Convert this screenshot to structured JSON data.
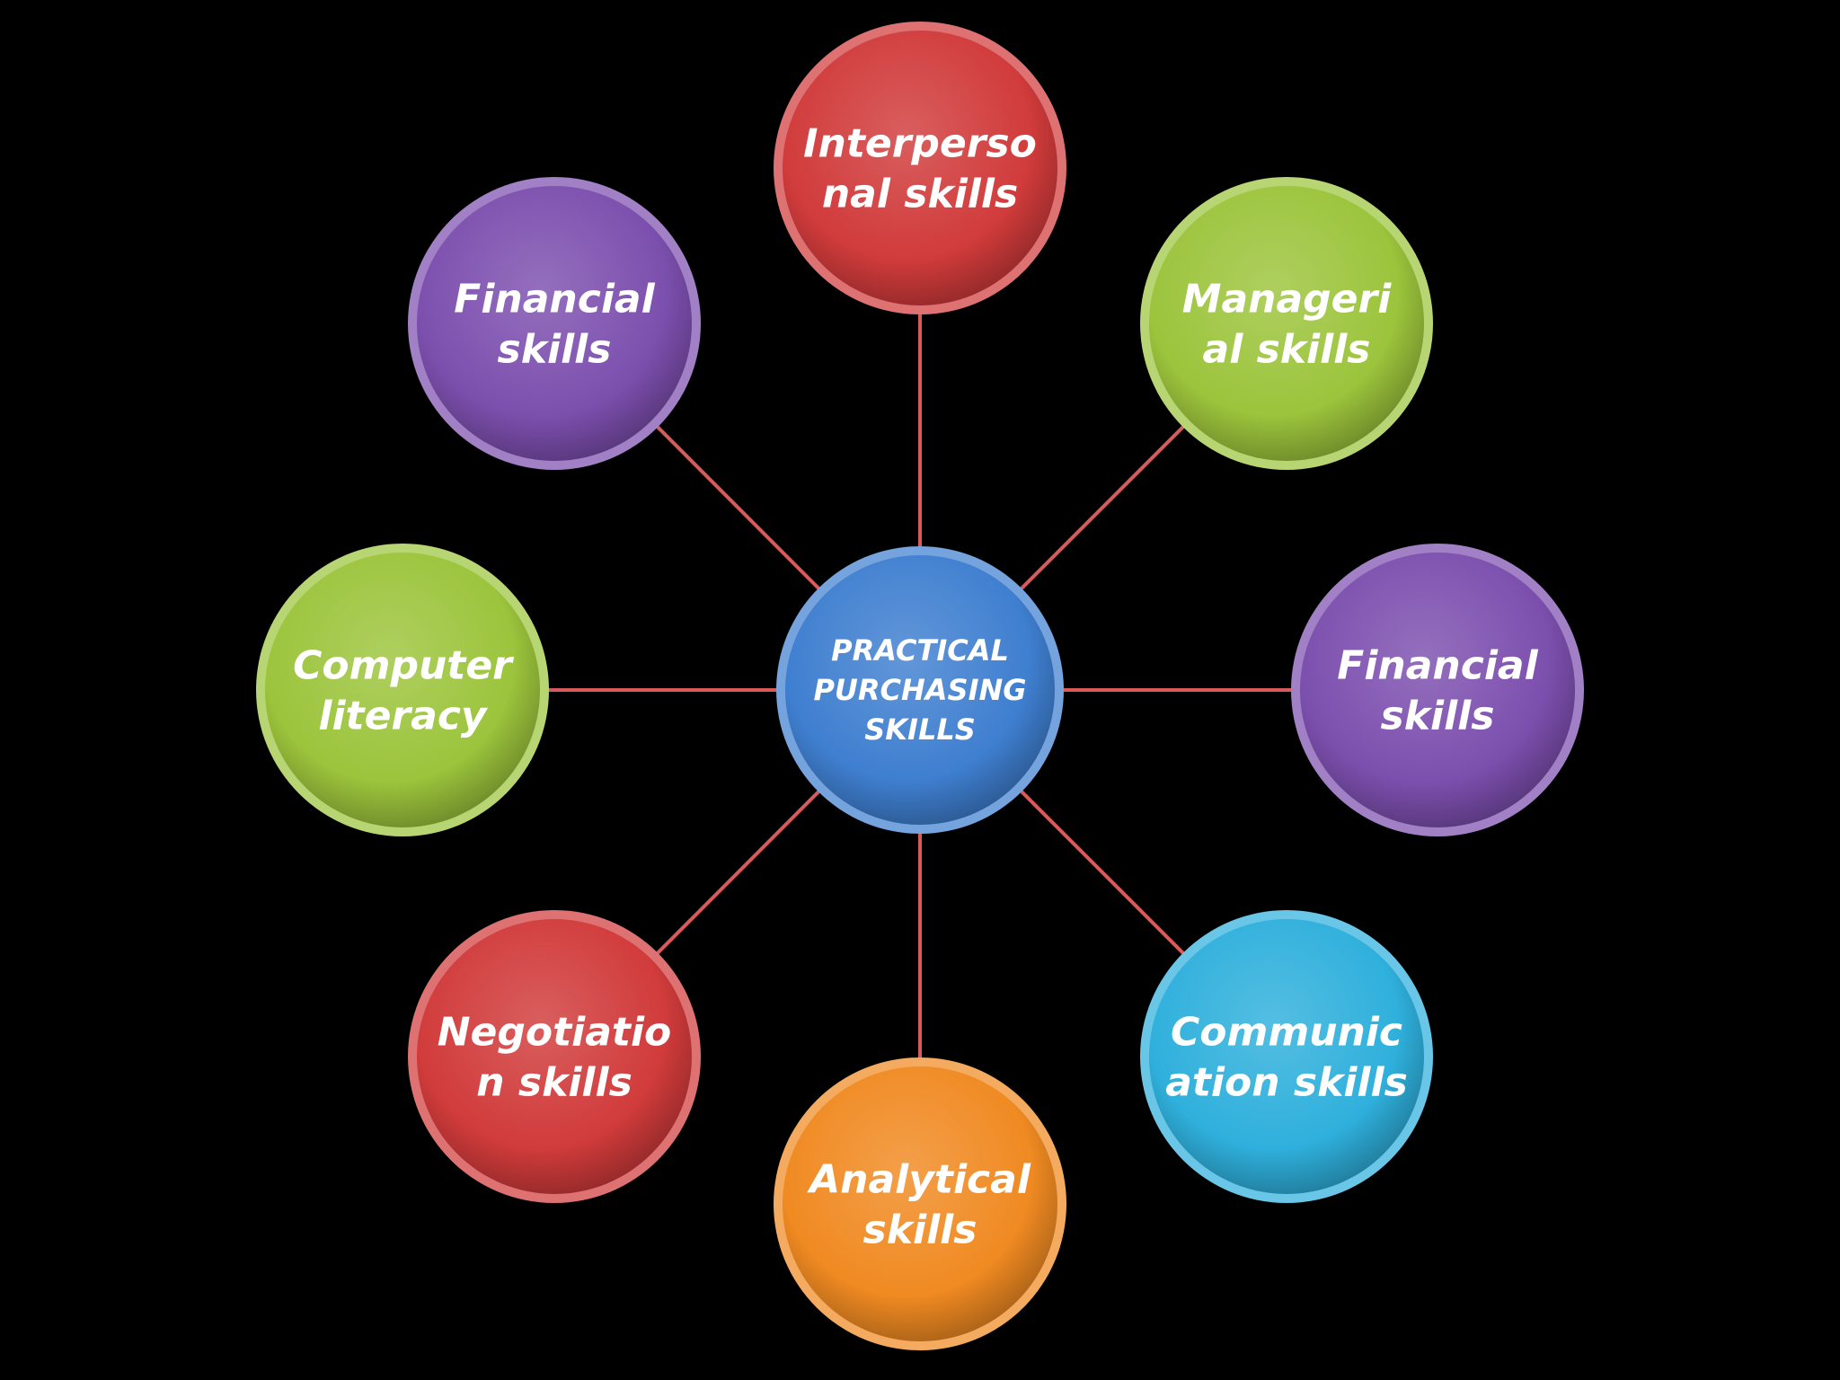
{
  "center": {
    "lines": [
      "PRACTICAL",
      "PURCHASING",
      "SKILLS"
    ],
    "color": "#3f7fd0"
  },
  "nodes": [
    {
      "id": "interpersonal",
      "lines": [
        "Interperso",
        "nal skills"
      ],
      "color": "#d13b3b"
    },
    {
      "id": "managerial",
      "lines": [
        "Manageri",
        "al skills"
      ],
      "color": "#9cc43c"
    },
    {
      "id": "financial-right",
      "lines": [
        "Financial",
        "skills"
      ],
      "color": "#7c4fae"
    },
    {
      "id": "communication",
      "lines": [
        "Communic",
        "ation skills"
      ],
      "color": "#2fb0dc"
    },
    {
      "id": "analytical",
      "lines": [
        "Analytical",
        "skills"
      ],
      "color": "#f08a22"
    },
    {
      "id": "negotiation",
      "lines": [
        "Negotiatio",
        "n skills"
      ],
      "color": "#d13b3b"
    },
    {
      "id": "computer-literacy",
      "lines": [
        "Computer",
        "literacy"
      ],
      "color": "#9cc43c"
    },
    {
      "id": "financial-left",
      "lines": [
        "Financial",
        "skills"
      ],
      "color": "#7c4fae"
    }
  ],
  "connector_color": "#d85a5a",
  "background_color": "#000000"
}
